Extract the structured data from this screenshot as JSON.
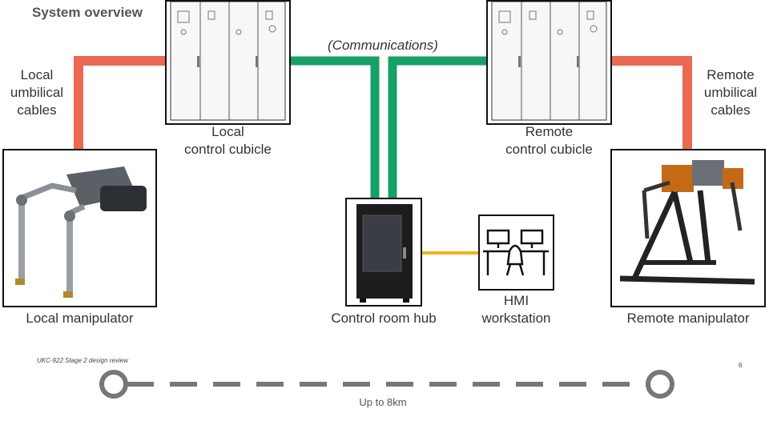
{
  "title": "System overview",
  "communications_label": "(Communications)",
  "local_cables_label": [
    "Local",
    "umbilical",
    "cables"
  ],
  "remote_cables_label": [
    "Remote",
    "umbilical",
    "cables"
  ],
  "local_cubicle_label": [
    "Local",
    "control cubicle"
  ],
  "remote_cubicle_label": [
    "Remote",
    "control cubicle"
  ],
  "local_manipulator_label": "Local manipulator",
  "remote_manipulator_label": "Remote manipulator",
  "hub_label": "Control room hub",
  "hmi_label": [
    "HMI",
    "workstation"
  ],
  "footer": "UKC-922 Stage 2 design review",
  "page_number": "6",
  "distance_label": "Up to 8km",
  "colors": {
    "umbilical": "#ea6950",
    "communications": "#17a067",
    "hmi_link": "#f2b21c",
    "distance_line": "#777777"
  }
}
